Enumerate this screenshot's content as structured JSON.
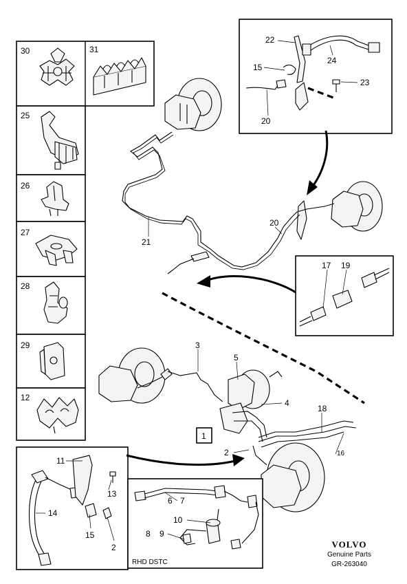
{
  "callouts": {
    "c30": "30",
    "c31": "31",
    "c25": "25",
    "c26": "26",
    "c27": "27",
    "c28": "28",
    "c29": "29",
    "c12": "12",
    "c22": "22",
    "c24": "24",
    "c15": "15",
    "c23": "23",
    "c20a": "20",
    "c20b": "20",
    "c21": "21",
    "c17": "17",
    "c19": "19",
    "c3": "3",
    "c5": "5",
    "c4": "4",
    "c18": "18",
    "c1": "1",
    "c2a": "2",
    "c16": "16",
    "c11": "11",
    "c13": "13",
    "c14": "14",
    "c15b": "15",
    "c2b": "2",
    "c6": "6",
    "c7": "7",
    "c10": "10",
    "c8": "8",
    "c9": "9"
  },
  "inset_caption": "RHD DSTC",
  "brand": {
    "name": "VOLVO",
    "tagline": "Genuine Parts",
    "ref": "GR-263040"
  }
}
